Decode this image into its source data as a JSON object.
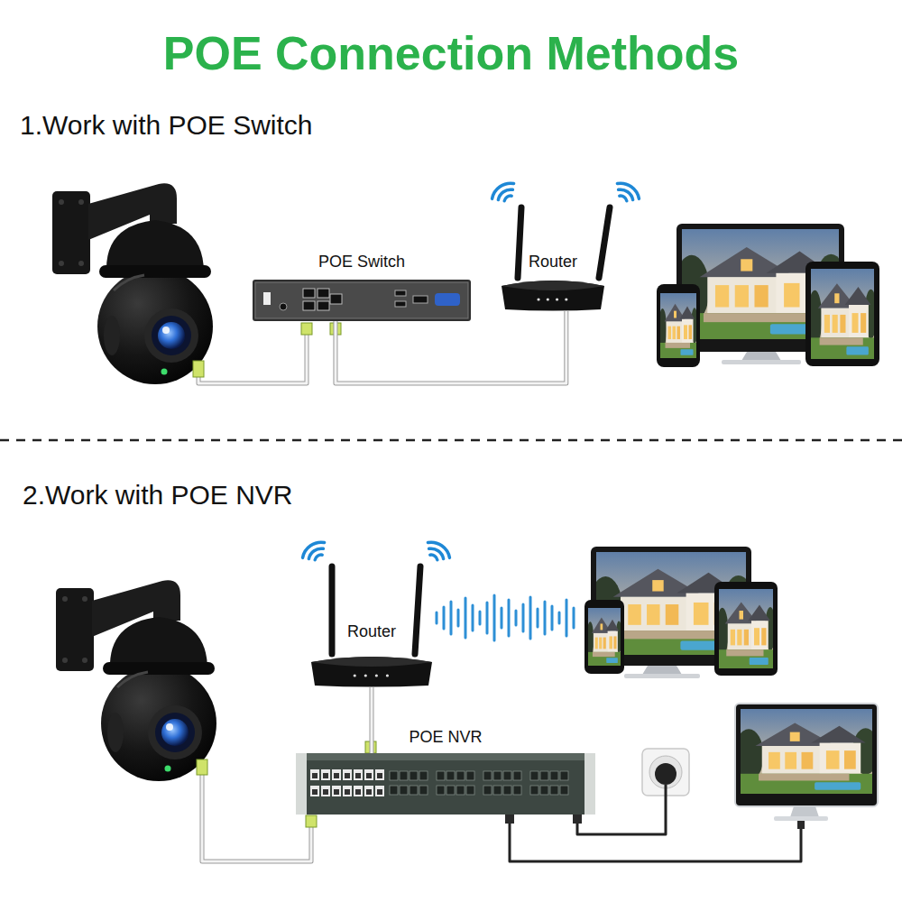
{
  "diagram": {
    "title": "POE Connection Methods",
    "nodes": [
      {
        "text": [
          "POE Switch"
        ]
      },
      {
        "text": [
          "Router"
        ]
      },
      {
        "text": [
          "Router"
        ]
      },
      {
        "text": [
          "POE NVR"
        ]
      }
    ],
    "edges": [
      {
        "from": 0,
        "to": 1,
        "arrow": "none"
      },
      {
        "from": 2,
        "to": 3,
        "arrow": "none"
      }
    ],
    "labels": [
      "1.Work with POE Switch",
      "2.Work with POE NVR"
    ]
  }
}
